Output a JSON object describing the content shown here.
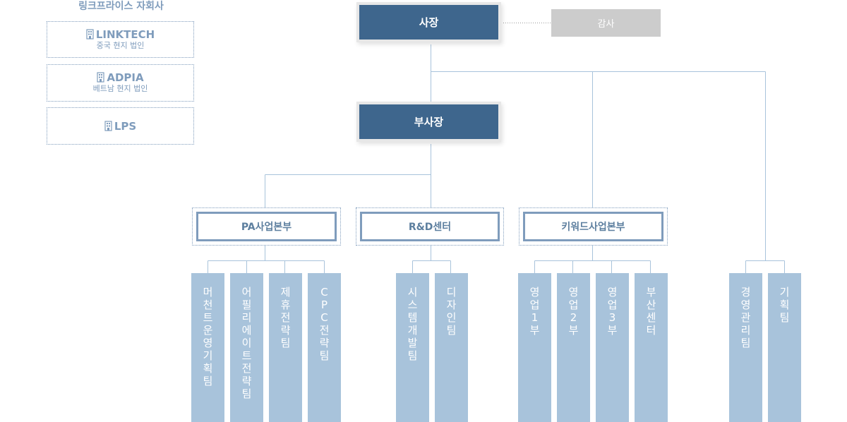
{
  "subsidiaries": {
    "title": "링크프라이스 자회사",
    "items": [
      {
        "name": "LINKTECH",
        "desc": "중국 현지 법인"
      },
      {
        "name": "ADPIA",
        "desc": "베트남 현지 법인"
      },
      {
        "name": "LPS",
        "desc": ""
      }
    ]
  },
  "org": {
    "ceo": "사장",
    "audit": "감사",
    "vp": "부사장",
    "divisions": [
      {
        "name": "PA사업본부",
        "teams": [
          "머천트운영기획팀",
          "어필리에이트전략팀",
          "제휴전략팀",
          "CPC전략팀"
        ]
      },
      {
        "name": "R&D센터",
        "teams": [
          "시스템개발팀",
          "디자인팀"
        ]
      },
      {
        "name": "키워드사업본부",
        "teams": [
          "영업1부",
          "영업2부",
          "영업3부",
          "부산센터"
        ]
      }
    ],
    "direct_teams": [
      "경영관리팀",
      "기획팀"
    ]
  },
  "colors": {
    "exec_box": "#3e668d",
    "team_box": "#a8c3db",
    "division_border": "#7f9cbc",
    "line": "#a8c3db",
    "audit_box": "#cccccc"
  }
}
